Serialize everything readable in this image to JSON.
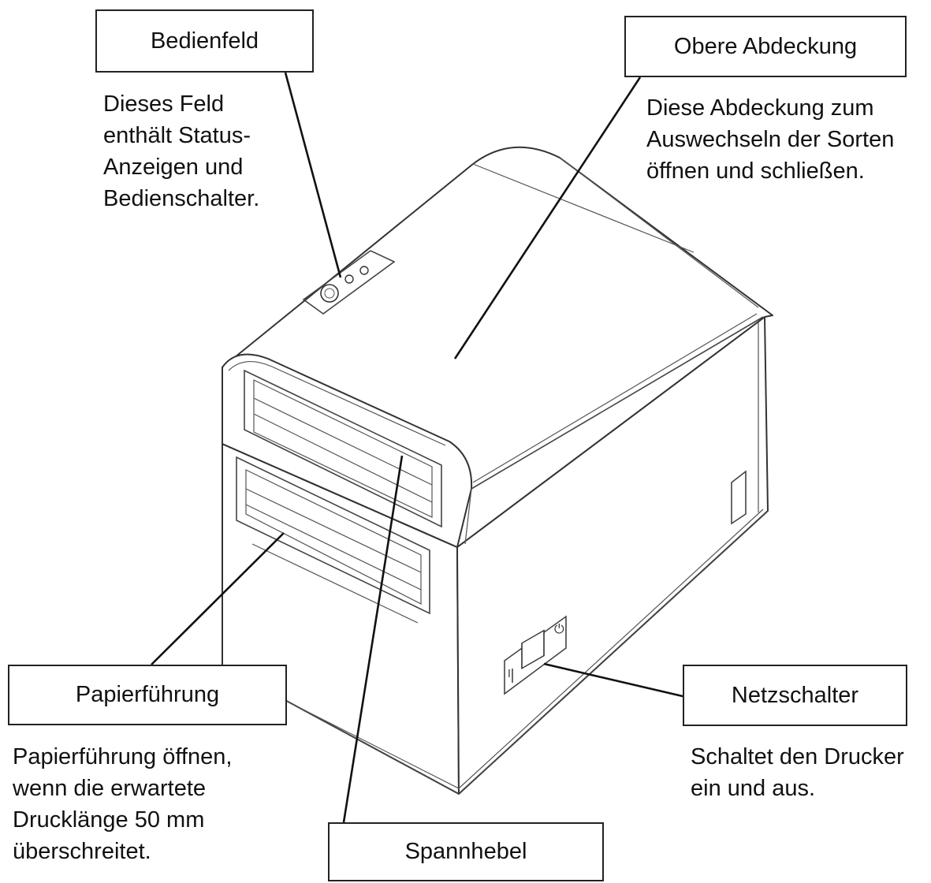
{
  "labels": {
    "bedienfeld": {
      "title": "Bedienfeld",
      "description": "Dieses Feld\nenthält Status-\nAnzeigen und\nBedienschalter."
    },
    "obere_abdeckung": {
      "title": "Obere Abdeckung",
      "description": "Diese Abdeckung zum\nAuswechseln der Sorten\nöffnen und schließen."
    },
    "papierfuehrung": {
      "title": "Papierführung",
      "description": "Papierführung öffnen,\nwenn die erwartete\nDrucklänge 50 mm\nüberschreitet."
    },
    "netzschalter": {
      "title": "Netzschalter",
      "description": "Schaltet den Drucker\nein und aus."
    },
    "spannhebel": {
      "title": "Spannhebel"
    }
  },
  "icons": {
    "power_symbol": "⏻",
    "switch_mark": "I"
  }
}
